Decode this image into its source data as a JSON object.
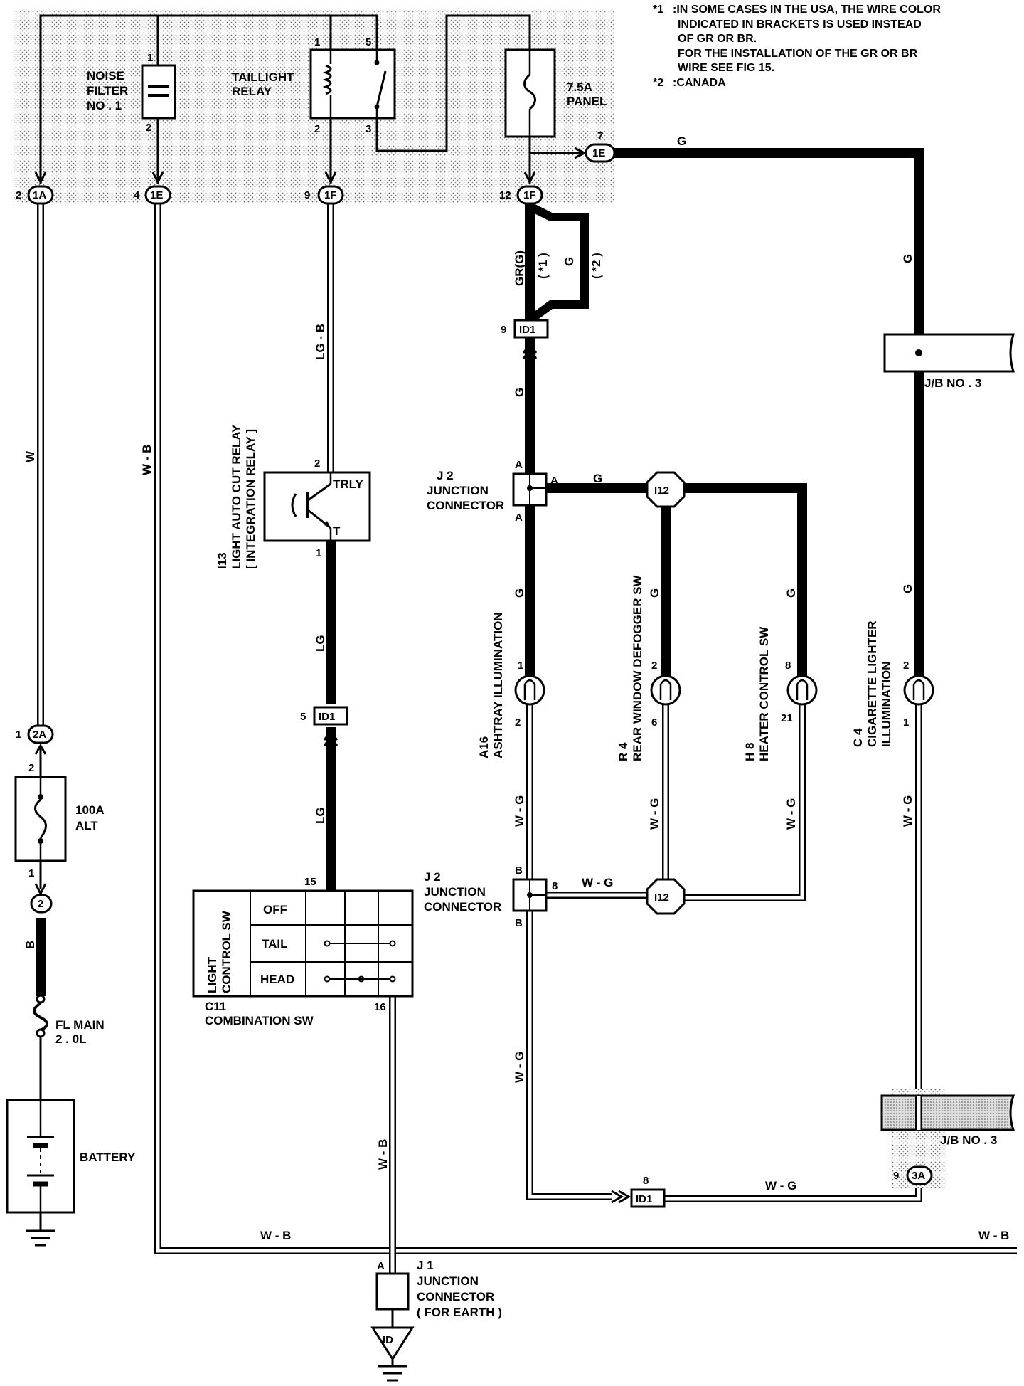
{
  "notes": {
    "n1_marker": "*1",
    "n1_lines": [
      ":IN SOME CASES IN THE USA, THE WIRE COLOR",
      "INDICATED IN BRACKETS IS USED INSTEAD",
      "OF GR OR BR.",
      "FOR THE INSTALLATION OF THE GR OR BR",
      "WIRE  SEE  FIG 15."
    ],
    "n2_marker": "*2",
    "n2_text": ":CANADA"
  },
  "relay_box": {
    "noise_filter": [
      "NOISE",
      "FILTER",
      "NO . 1"
    ],
    "taillight_relay": [
      "TAILLIGHT",
      "RELAY"
    ],
    "fuse": [
      "7.5A",
      "PANEL"
    ],
    "pins": {
      "nf_top": "1",
      "nf_bottom": "2",
      "relay_1": "1",
      "relay_5": "5",
      "relay_2": "2",
      "relay_3": "3",
      "ie_7": "7"
    }
  },
  "connectors": {
    "c1A": {
      "code": "1A",
      "pin": "2"
    },
    "c1E": {
      "code": "1E",
      "pin": "4"
    },
    "c1F_a": {
      "code": "1F",
      "pin": "9"
    },
    "c1F_b": {
      "code": "1F",
      "pin": "12"
    },
    "c1E_b": {
      "code": "1E",
      "pin": ""
    },
    "cID1_top": {
      "code": "ID1",
      "pin": "9"
    },
    "cID1_mid": {
      "code": "ID1",
      "pin": "5"
    },
    "cID1_bot": {
      "code": "ID1",
      "pin": "8"
    },
    "c2A": {
      "code": "2A",
      "pin": "1"
    },
    "c2": {
      "code": "2",
      "pin": ""
    },
    "c3A": {
      "code": "3A",
      "pin": "9"
    },
    "cI12_top": {
      "code": "I12"
    },
    "cI12_bot": {
      "code": "I12"
    },
    "cID_earth": {
      "code": "ID"
    }
  },
  "wires": {
    "w_left": "W",
    "wb_v": "W - B",
    "lgb": "LG - B",
    "lg_1": "LG",
    "lg_2": "LG",
    "grg": "GR(G)",
    "star1": "( *1 )",
    "g_loop": "G",
    "star2": "( *2 )",
    "g_top_h": "G",
    "g_right_v": "G",
    "g_id1": "G",
    "g_j2": "G",
    "g_ash": "G",
    "g_rwd": "G",
    "g_hc": "G",
    "g_cig": "G",
    "wg_ash": "W - G",
    "wg_rwd": "W - G",
    "wg_hc": "W - G",
    "wg_cig": "W - G",
    "wg_j2b": "W - G",
    "wg_low": "W - G",
    "wg_id1": "W - G",
    "wb_j1": "W - B",
    "wb_h": "W - B",
    "wb_h2": "W - B",
    "b_batt": "B"
  },
  "components": {
    "alt_fuse": [
      "100A",
      "ALT"
    ],
    "alt_pins": {
      "top": "2",
      "bottom": "1"
    },
    "fl_main": [
      "FL  MAIN",
      "2 . 0L"
    ],
    "battery": "BATTERY",
    "jb3_top": "J/B  NO . 3",
    "jb3_bottom": "J/B  NO . 3",
    "j2_top": [
      "J  2",
      "JUNCTION",
      "CONNECTOR"
    ],
    "j2_top_pins": {
      "a_top": "A",
      "a_right": "A",
      "a_bot": "A"
    },
    "j2_bot": [
      "J  2",
      "JUNCTION",
      "CONNECTOR"
    ],
    "j2_bot_pins": {
      "b_top": "B",
      "b_right": "8",
      "b_bot": "B"
    },
    "i13": {
      "lines": [
        "I13",
        "LIGHT  AUTO  CUT  RELAY",
        "[ INTEGRATION  RELAY ]"
      ],
      "trly": "TRLY",
      "t": "T",
      "pin_top": "2",
      "pin_bot": "1"
    },
    "ashtray": {
      "lines": [
        "A16",
        "ASHTRAY  ILLUMINATION"
      ],
      "pin_top": "1",
      "pin_bot": "2"
    },
    "rear_defog": {
      "lines": [
        "R 4",
        "REAR  WINDOW  DEFOGGER  SW"
      ],
      "pin_top": "2",
      "pin_bot": "6"
    },
    "heater": {
      "lines": [
        "H 8",
        "HEATER  CONTROL  SW"
      ],
      "pin_top": "8",
      "pin_bot": "21"
    },
    "cig": {
      "lines": [
        "C 4",
        "CIGARETTE  LIGHTER",
        "ILLUMINATION"
      ],
      "pin_top": "2",
      "pin_bot": "1"
    },
    "combo": {
      "side_label": [
        "LIGHT",
        "CONTROL  SW"
      ],
      "rows": [
        "OFF",
        "TAIL",
        "HEAD"
      ],
      "pin_top": "15",
      "pin_bot": "16",
      "caption": [
        "C11",
        "COMBINATION SW"
      ]
    },
    "j1": {
      "lines": [
        "J  1",
        "JUNCTION",
        "CONNECTOR",
        "( FOR  EARTH )"
      ],
      "pin": "A"
    }
  }
}
